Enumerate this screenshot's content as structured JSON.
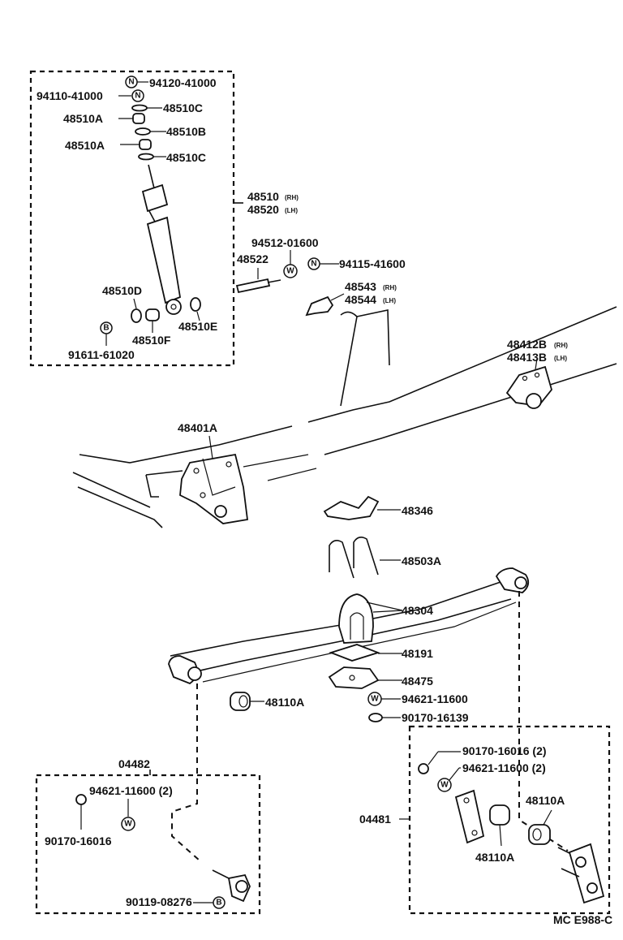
{
  "labels": {
    "p94120_41000": "94120-41000",
    "p94110_41000": "94110-41000",
    "p48510C_a": "48510C",
    "p48510A_a": "48510A",
    "p48510B": "48510B",
    "p48510A_b": "48510A",
    "p48510C_b": "48510C",
    "p48510": "48510",
    "p48510_rh": "(RH)",
    "p48520": "48520",
    "p48520_lh": "(LH)",
    "p94512_01600": "94512-01600",
    "p48522": "48522",
    "p94115_41600": "94115-41600",
    "p48510D": "48510D",
    "p48510E": "48510E",
    "p48510F": "48510F",
    "p91611_61020": "91611-61020",
    "p48543": "48543",
    "p48543_rh": "(RH)",
    "p48544": "48544",
    "p48544_lh": "(LH)",
    "p48412B": "48412B",
    "p48412B_rh": "(RH)",
    "p48413B": "48413B",
    "p48413B_lh": "(LH)",
    "p48401A": "48401A",
    "p48346": "48346",
    "p48503A": "48503A",
    "p48304": "48304",
    "p48191": "48191",
    "p48475": "48475",
    "p48110A_a": "48110A",
    "p94621_11600": "94621-11600",
    "p90170_16139": "90170-16139",
    "p04482": "04482",
    "p94621_11600_2a": "94621-11600 (2)",
    "p90170_16016": "90170-16016",
    "p90119_08276": "90119-08276",
    "p04481": "04481",
    "p90170_16016_2": "90170-16016 (2)",
    "p94621_11600_2b": "94621-11600 (2)",
    "p48110A_b": "48110A",
    "p48110A_c": "48110A",
    "code": "MC E988-C"
  },
  "symbols": {
    "n": "N",
    "w": "W",
    "b": "B"
  }
}
